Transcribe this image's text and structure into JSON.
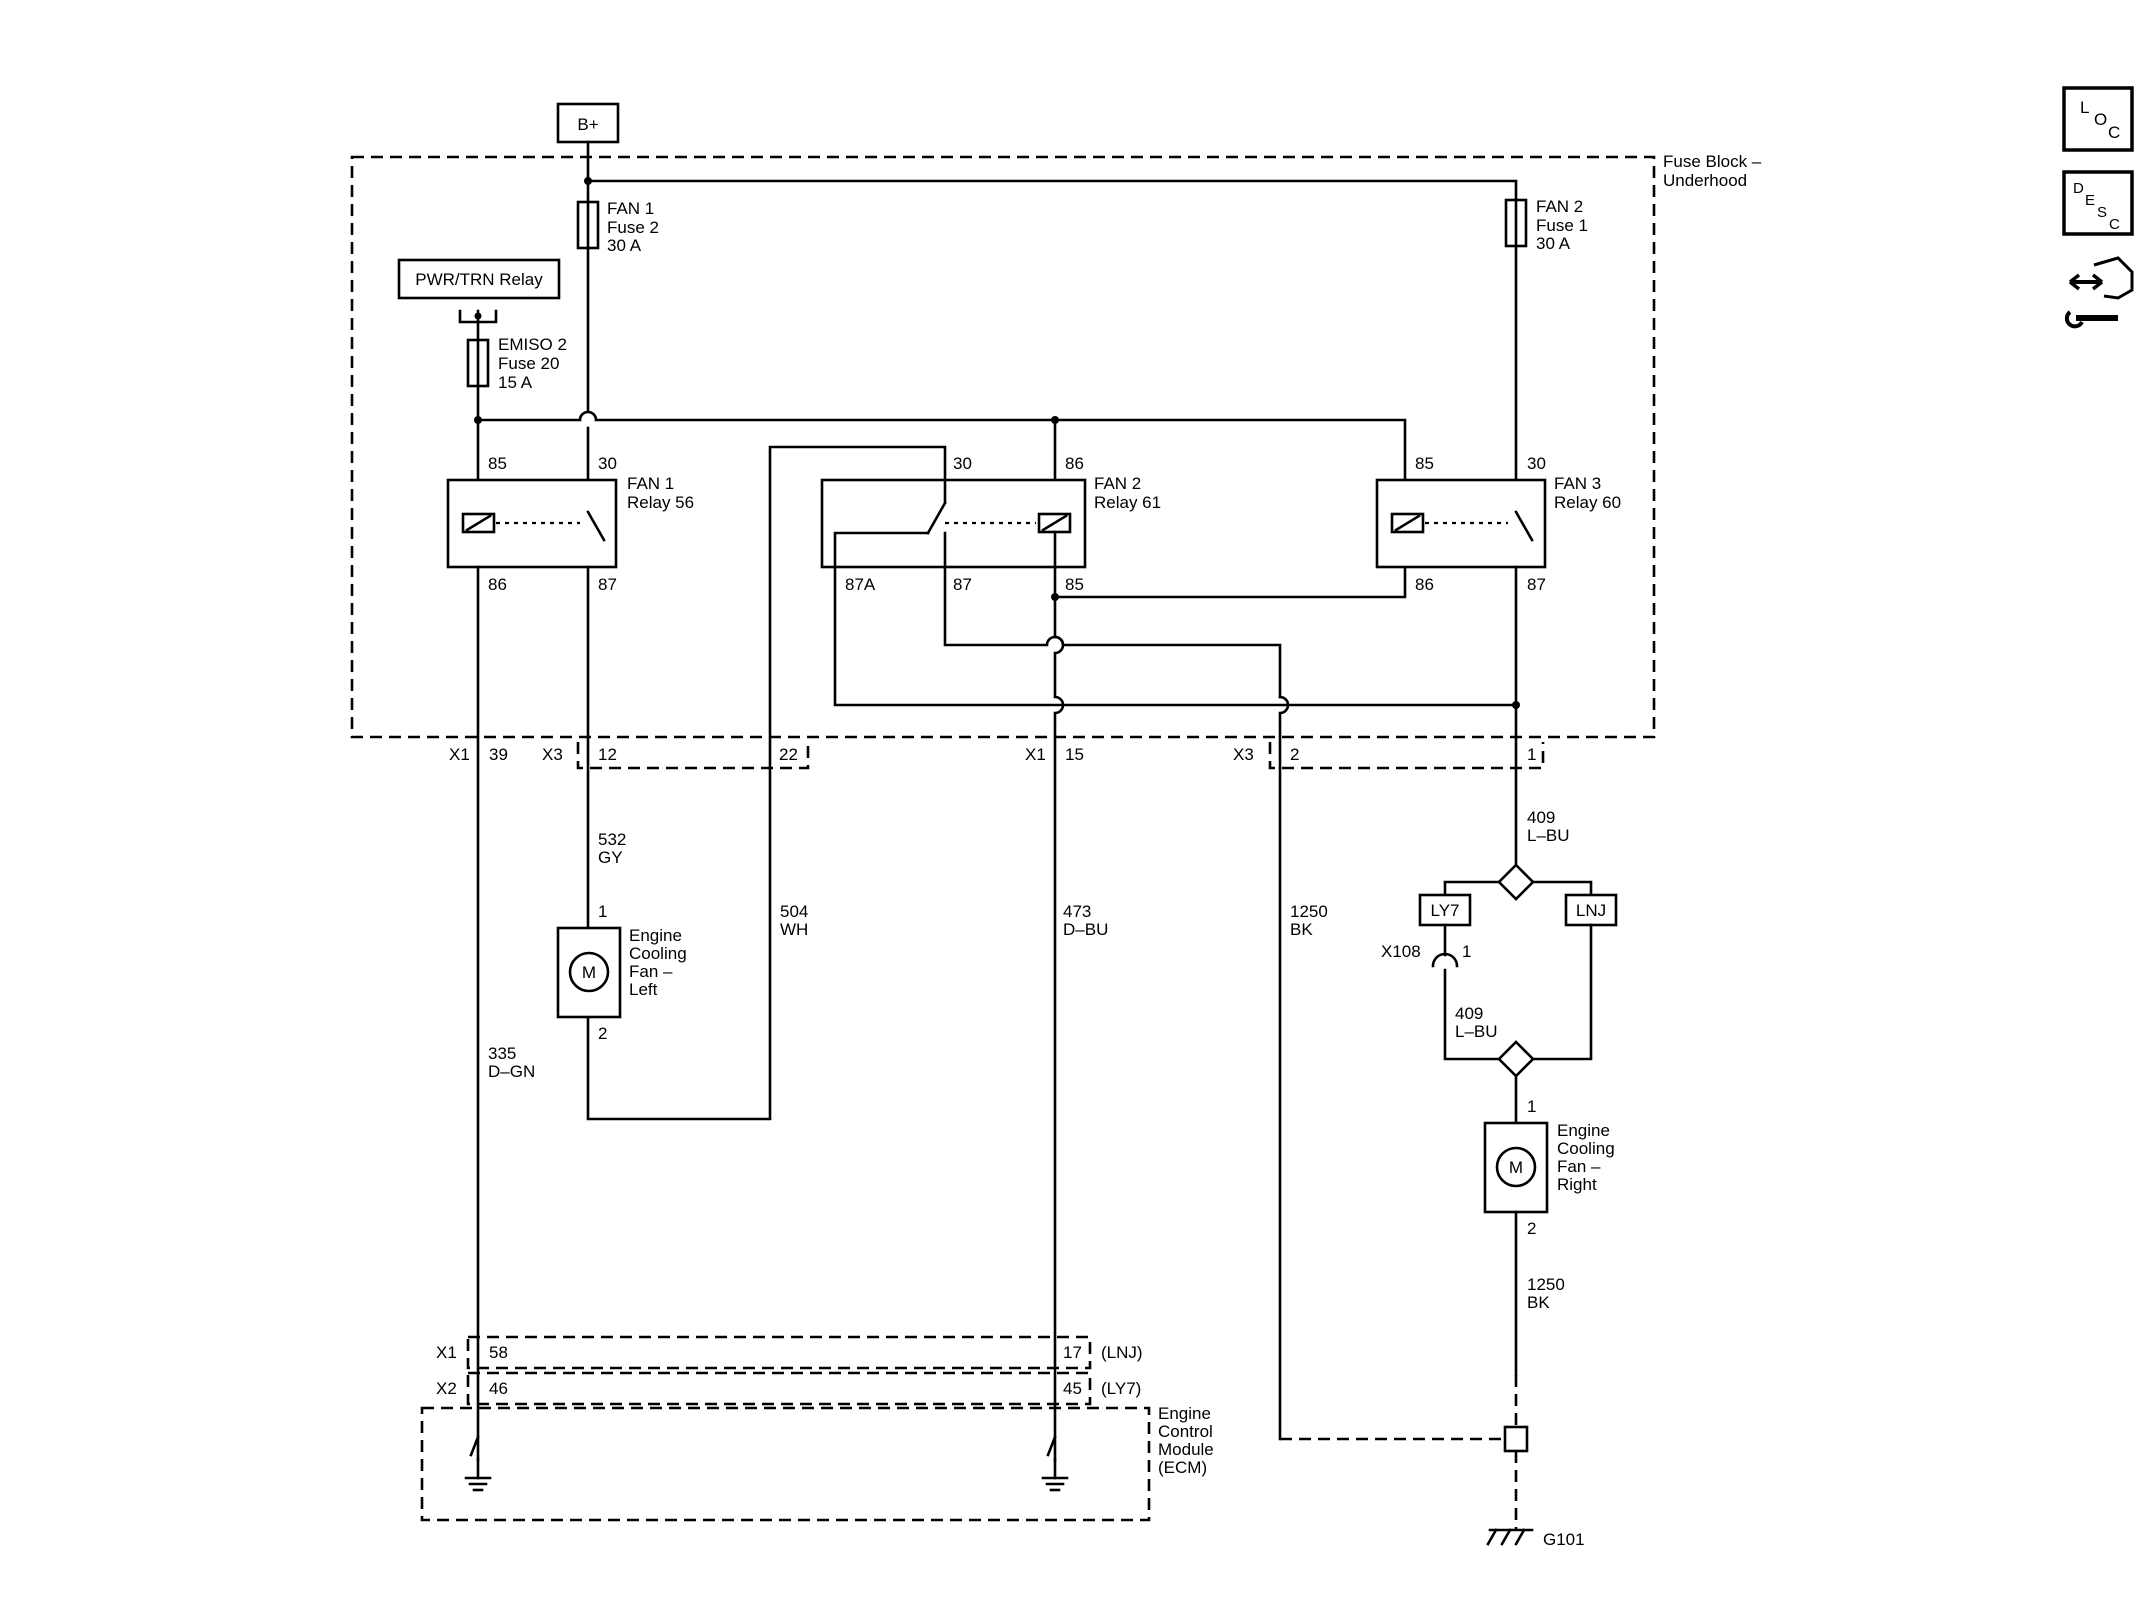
{
  "power": "B+",
  "fuse_block": [
    "Fuse Block –",
    "Underhood"
  ],
  "pwr_relay": "PWR/TRN Relay",
  "fuses": {
    "fan1": [
      "FAN 1",
      "Fuse 2",
      "30 A"
    ],
    "fan2": [
      "FAN 2",
      "Fuse 1",
      "30 A"
    ],
    "emiso": [
      "EMISO 2",
      "Fuse 20",
      "15 A"
    ]
  },
  "relays": {
    "fan1": [
      "FAN 1",
      "Relay 56"
    ],
    "fan2": [
      "FAN 2",
      "Relay 61"
    ],
    "fan3": [
      "FAN 3",
      "Relay 60"
    ]
  },
  "pins": {
    "r1_85": "85",
    "r1_30": "30",
    "r1_86": "86",
    "r1_87": "87",
    "r2_30": "30",
    "r2_86": "86",
    "r2_87a": "87A",
    "r2_87": "87",
    "r2_85": "85",
    "r3_85": "85",
    "r3_30": "30",
    "r3_86": "86",
    "r3_87": "87"
  },
  "connectors": {
    "x1a": "X1",
    "p39": "39",
    "x3a": "X3",
    "p12": "12",
    "p22": "22",
    "x1b": "X1",
    "p15": "15",
    "x3b": "X3",
    "p2": "2",
    "p1": "1",
    "ecm_x1": "X1",
    "ecm_x2": "X2",
    "p58": "58",
    "p46": "46",
    "p17": "17",
    "p45": "45",
    "lnj_tag": "(LNJ)",
    "ly7_tag": "(LY7)",
    "x108": "X108",
    "x108_pin": "1"
  },
  "wires": {
    "w532": [
      "532",
      "GY"
    ],
    "w504": [
      "504",
      "WH"
    ],
    "w473": [
      "473",
      "D–BU"
    ],
    "w1250a": [
      "1250",
      "BK"
    ],
    "w335": [
      "335",
      "D–GN"
    ],
    "w409a": [
      "409",
      "L–BU"
    ],
    "w409b": [
      "409",
      "L–BU"
    ],
    "w1250b": [
      "1250",
      "BK"
    ]
  },
  "fan_left": {
    "name": [
      "Engine",
      "Cooling",
      "Fan –",
      "Left"
    ],
    "motor": "M",
    "pin1": "1",
    "pin2": "2"
  },
  "fan_right": {
    "name": [
      "Engine",
      "Cooling",
      "Fan –",
      "Right"
    ],
    "motor": "M",
    "pin1": "1",
    "pin2": "2"
  },
  "options": {
    "ly7": "LY7",
    "lnj": "LNJ"
  },
  "ecm": [
    "Engine",
    "Control",
    "Module",
    "(ECM)"
  ],
  "ground": "G101",
  "side_buttons": {
    "loc": {
      "l1": "L",
      "l2": "O",
      "l3": "C"
    },
    "desc": {
      "l1": "D",
      "l2": "E",
      "l3": "S",
      "l4": "C"
    }
  }
}
